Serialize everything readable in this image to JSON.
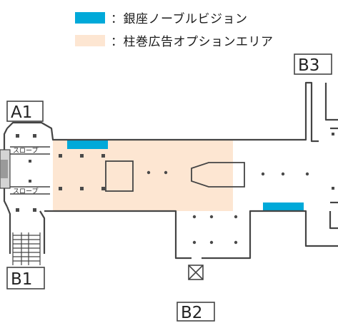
{
  "colors": {
    "noble_vision": "#00a9d9",
    "pillar_option": "#fde6d2",
    "wall": "#444444"
  },
  "legend": {
    "items": [
      {
        "text": "：銀座ノーブルビジョン"
      },
      {
        "text": "：柱巻広告オプションエリア"
      }
    ]
  },
  "exits": {
    "a1": "A1",
    "b1": "B1",
    "b2": "B2",
    "b3": "B3"
  },
  "slopes": {
    "upper": "スロープ",
    "lower": "スロープ"
  }
}
